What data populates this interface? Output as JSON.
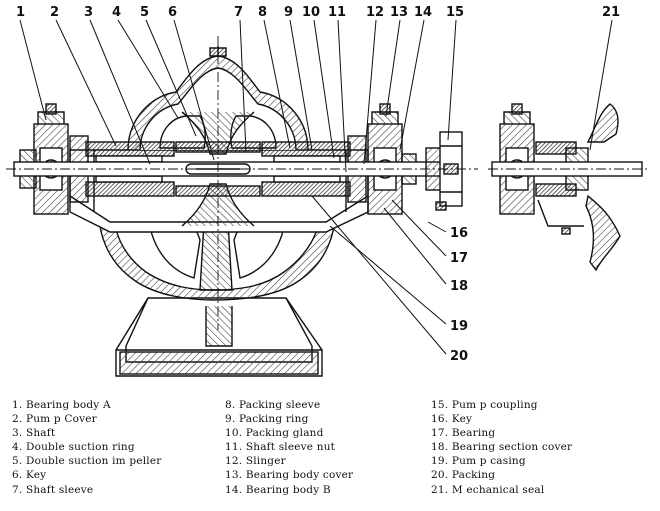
{
  "callouts": [
    "1",
    "2",
    "3",
    "4",
    "5",
    "6",
    "7",
    "8",
    "9",
    "10",
    "11",
    "12",
    "13",
    "14",
    "15",
    "16",
    "17",
    "18",
    "19",
    "20",
    "21"
  ],
  "legend": [
    [
      "1.  Bearing body A",
      "2.  Pum p Cover",
      "3.    Shaft",
      "4.  Double suction ring",
      "5.  Double suction im peller",
      "6.    Key",
      "7.  Shaft sleeve"
    ],
    [
      "8.   Packing sleeve",
      "9.    Packing ring",
      "10.  Packing gland",
      "11.  Shaft sleeve nut",
      "12.     Slinger",
      "13.  Bearing body cover",
      "14.  Bearing body B"
    ],
    [
      "15.  Pum p coupling",
      "16.       Key",
      "17.     Bearing",
      "18.  Bearing section cover",
      "19.   Pum p casing",
      "20.      Packing",
      "21.   M echanical seal"
    ]
  ],
  "colors": {
    "ink": "#111111",
    "hatch": "#555555",
    "background": "#ffffff"
  }
}
